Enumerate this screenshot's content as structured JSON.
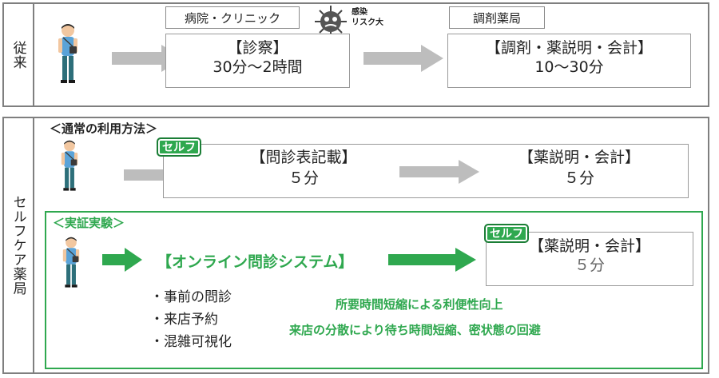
{
  "conventional": {
    "label": "従来",
    "clinic_tag": "病院・クリニック",
    "infection_risk": "感染\nリスク大",
    "exam_title": "【診察】",
    "exam_time": "30分～2時間",
    "pharmacy_tag": "調剤薬局",
    "dispense_title": "【調剤・薬説明・会計】",
    "dispense_time": "10～30分"
  },
  "selfcare": {
    "label": "セルフケア薬局",
    "normal_heading": "＜通常の利用方法＞",
    "self_badge": "セルフ",
    "questionnaire_title": "【問診表記載】",
    "questionnaire_time": "５分",
    "explain_title": "【薬説明・会計】",
    "explain_time": "５分",
    "trial_heading": "＜実証実験＞",
    "online_title": "【オンライン問診システム】",
    "features": [
      "・事前の問診",
      "・来店予約",
      "・混雑可視化"
    ],
    "trial_explain_title": "【薬説明・会計】",
    "trial_explain_time": "５分",
    "benefit_1": "所要時間短縮による利便性向上",
    "benefit_2": "来店の分散により待ち時間短縮、密状態の回避"
  },
  "colors": {
    "accent_green": "#2fa84f",
    "border_gray": "#7f7f7f",
    "arrow_gray": "#bdbdbd"
  }
}
